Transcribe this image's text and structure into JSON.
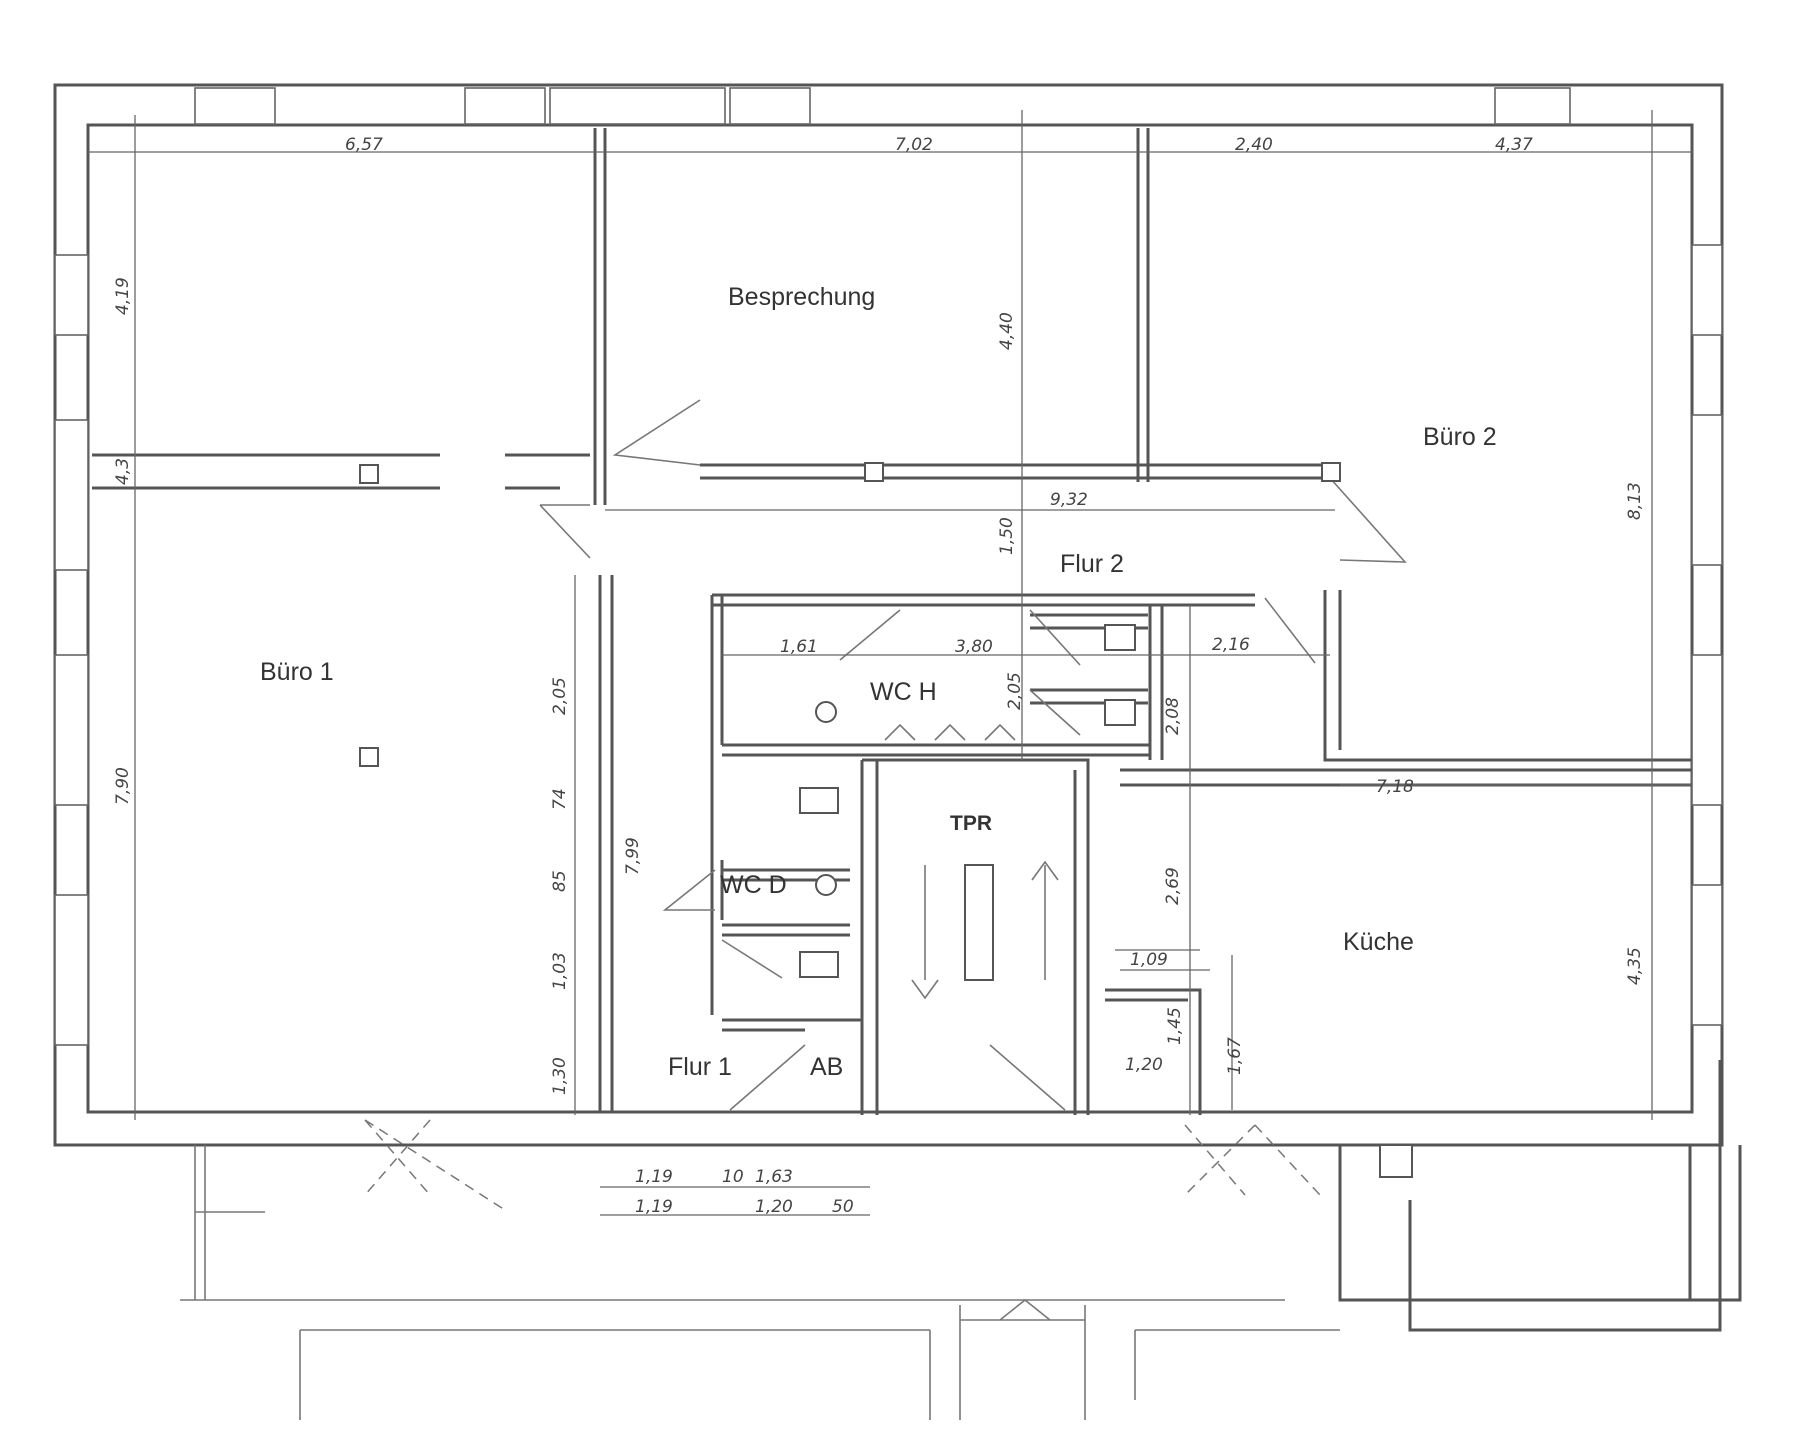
{
  "rooms": {
    "buero1": "Büro 1",
    "besprechung": "Besprechung",
    "buero2": "Büro 2",
    "flur2": "Flur 2",
    "wch": "WC H",
    "wcd": "WC D",
    "tpr": "TPR",
    "kueche": "Küche",
    "flur1": "Flur 1",
    "ab": "AB"
  },
  "dimensions": {
    "d657": "6,57",
    "d702": "7,02",
    "d240": "2,40",
    "d437": "4,37",
    "d419": "4,19",
    "d440": "4,40",
    "d813": "8,13",
    "d43": "4,3",
    "d932": "9,32",
    "d150": "1,50",
    "d161": "1,61",
    "d380": "3,80",
    "d205b": "2,05",
    "d216": "2,16",
    "d208": "2,08",
    "d205a": "2,05",
    "d74": "74",
    "d85": "85",
    "d103": "1,03",
    "d130": "1,30",
    "d790": "7,90",
    "d799": "7,99",
    "d718": "7,18",
    "d269": "2,69",
    "d435": "4,35",
    "d109": "1,09",
    "d145": "1,45",
    "d120k": "1,20",
    "d167": "1,67",
    "d119a": "1,19",
    "d10": "10",
    "d163": "1,63",
    "d119b": "1,19",
    "d120": "1,20",
    "d50": "50"
  },
  "colors": {
    "ink": "#555555",
    "paper": "#ffffff"
  }
}
